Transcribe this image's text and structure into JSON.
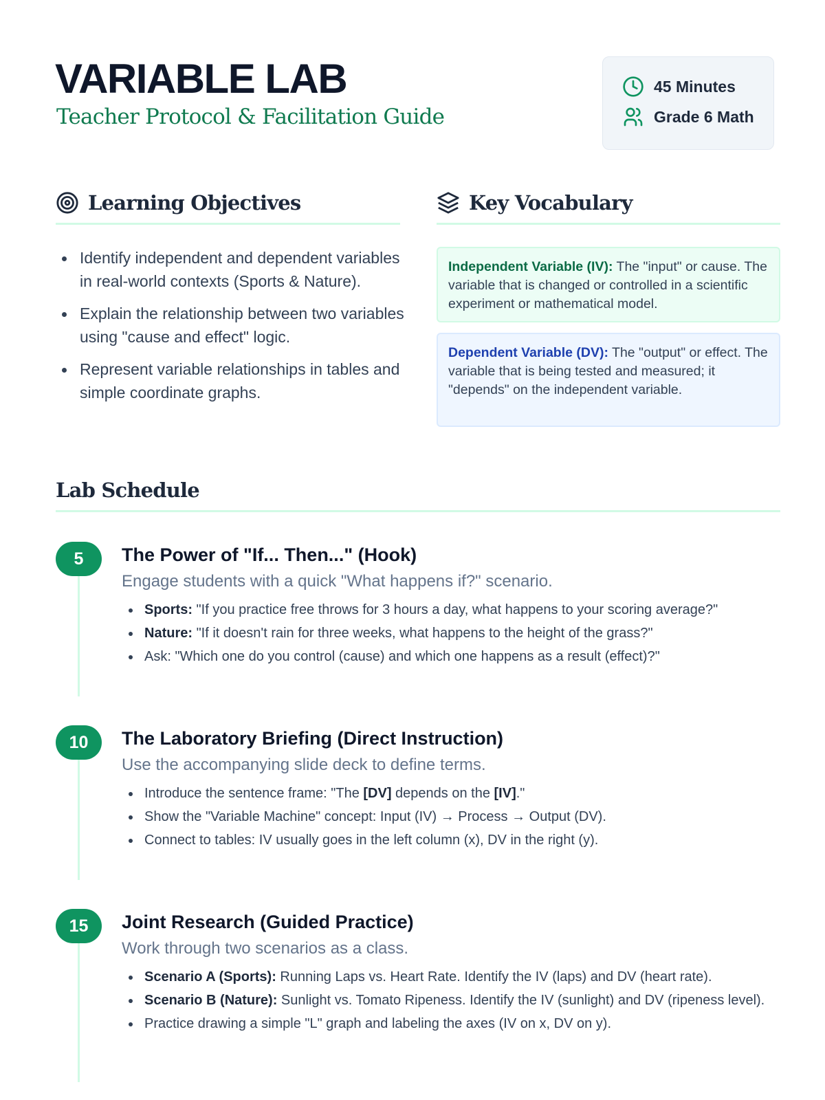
{
  "header": {
    "title": "VARIABLE LAB",
    "subtitle": "Teacher Protocol & Facilitation Guide"
  },
  "meta": {
    "duration": "45 Minutes",
    "grade": "Grade 6 Math",
    "accent": "#0f9460"
  },
  "objectives": {
    "heading": "Learning Objectives",
    "items": [
      "Identify independent and dependent variables in real-world contexts (Sports & Nature).",
      "Explain the relationship between two variables using \"cause and effect\" logic.",
      "Represent variable relationships in tables and simple coordinate graphs."
    ]
  },
  "vocabulary": {
    "heading": "Key Vocabulary",
    "items": [
      {
        "term": "Independent Variable (IV):",
        "definition": " The \"input\" or cause. The variable that is changed or controlled in a scientific experiment or mathematical model."
      },
      {
        "term": "Dependent Variable (DV):",
        "definition": " The \"output\" or effect. The variable that is being tested and measured; it \"depends\" on the independent variable."
      }
    ]
  },
  "schedule": {
    "heading": "Lab Schedule",
    "steps": [
      {
        "minutes": "5",
        "title": "The Power of \"If... Then...\" (Hook)",
        "subtitle": "Engage students with a quick \"What happens if?\" scenario.",
        "bullets": [
          {
            "bold": "Sports:",
            "text": " \"If you practice free throws for 3 hours a day, what happens to your scoring average?\""
          },
          {
            "bold": "Nature:",
            "text": " \"If it doesn't rain for three weeks, what happens to the height of the grass?\""
          },
          {
            "bold": "",
            "text": "Ask: \"Which one do you control (cause) and which one happens as a result (effect)?\""
          }
        ]
      },
      {
        "minutes": "10",
        "title": "The Laboratory Briefing (Direct Instruction)",
        "subtitle": "Use the accompanying slide deck to define terms.",
        "bullets": [
          {
            "t1": "Introduce the sentence frame: \"The ",
            "b1": "[DV]",
            "t2": " depends on the ",
            "b2": "[IV]",
            "t3": ".\""
          },
          {
            "text": "Show the \"Variable Machine\" concept: Input (IV) → Process → Output (DV)."
          },
          {
            "text": "Connect to tables: IV usually goes in the left column (x), DV in the right (y)."
          }
        ]
      },
      {
        "minutes": "15",
        "title": "Joint Research (Guided Practice)",
        "subtitle": "Work through two scenarios as a class.",
        "bullets": [
          {
            "bold": "Scenario A (Sports):",
            "text": " Running Laps vs. Heart Rate. Identify the IV (laps) and DV (heart rate)."
          },
          {
            "bold": "Scenario B (Nature):",
            "text": " Sunlight vs. Tomato Ripeness. Identify the IV (sunlight) and DV (ripeness level)."
          },
          {
            "bold": "",
            "text": "Practice drawing a simple \"L\" graph and labeling the axes (IV on x, DV on y)."
          }
        ]
      }
    ]
  }
}
